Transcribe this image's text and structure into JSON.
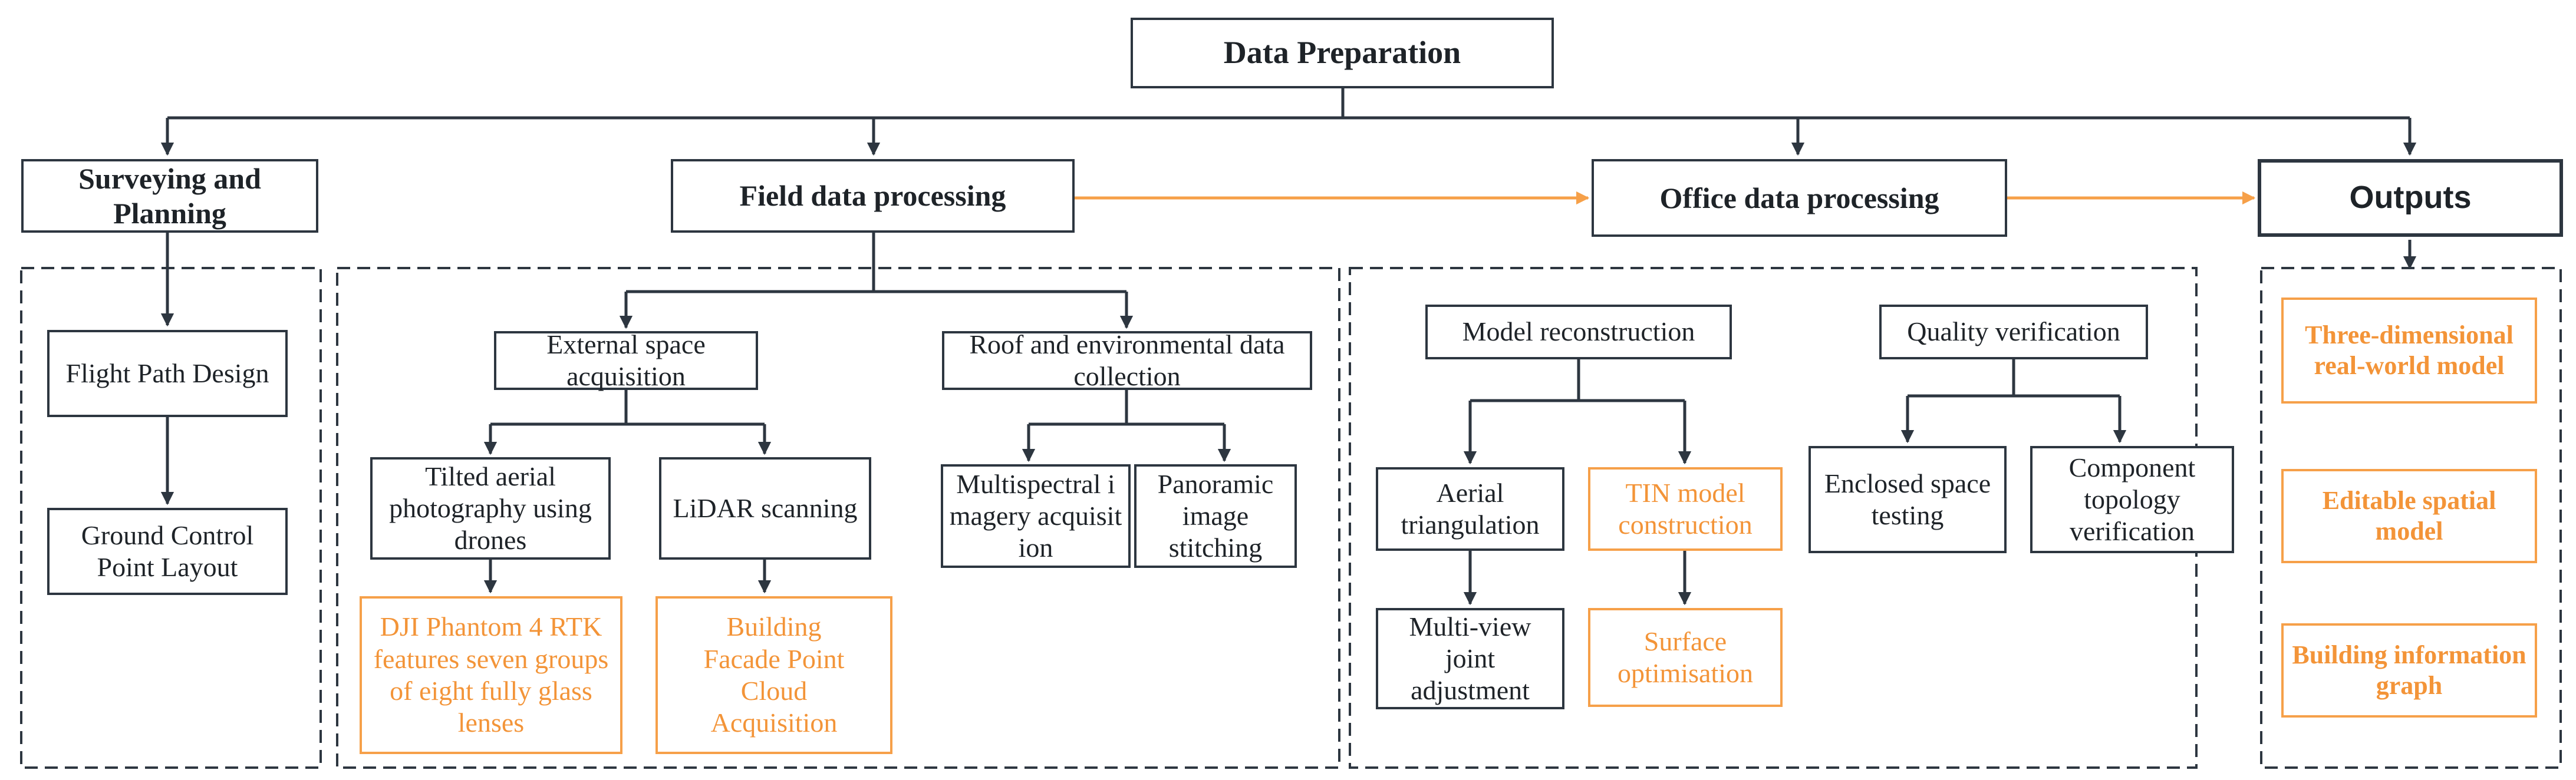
{
  "colors": {
    "line": "#2d3640",
    "accent": "#f6a049",
    "accent_text": "#f39438"
  },
  "root": {
    "label": "Data Preparation"
  },
  "stages": {
    "surveying": "Surveying and Planning",
    "field": "Field data processing",
    "office": "Office data processing",
    "outputs": "Outputs"
  },
  "surveying": {
    "flight_path": "Flight Path Design",
    "gcp": "Ground Control Point Layout"
  },
  "field": {
    "external": "External space acquisition",
    "roof": "Roof and environmental data collection",
    "tilted": "Tilted aerial photography using drones",
    "lidar": "LiDAR scanning",
    "multispectral": "Multispectral imagery acquisition",
    "panoramic": "Panoramic image stitching",
    "dji": "DJI Phantom 4 RTK features seven groups of eight fully glass lenses",
    "facade": "Building Facade Point Cloud Acquisition"
  },
  "office": {
    "model_recon": "Model reconstruction",
    "quality": "Quality verification",
    "aerial_tri": "Aerial triangulation",
    "tin": "TIN model construction",
    "multiview": "Multi-view joint adjustment",
    "surface": "Surface optimisation",
    "enclosed": "Enclosed space testing",
    "component": "Component topology verification"
  },
  "outputs": {
    "three_d": "Three-dimensional real-world model",
    "editable": "Editable spatial model",
    "graph": "Building information graph"
  }
}
